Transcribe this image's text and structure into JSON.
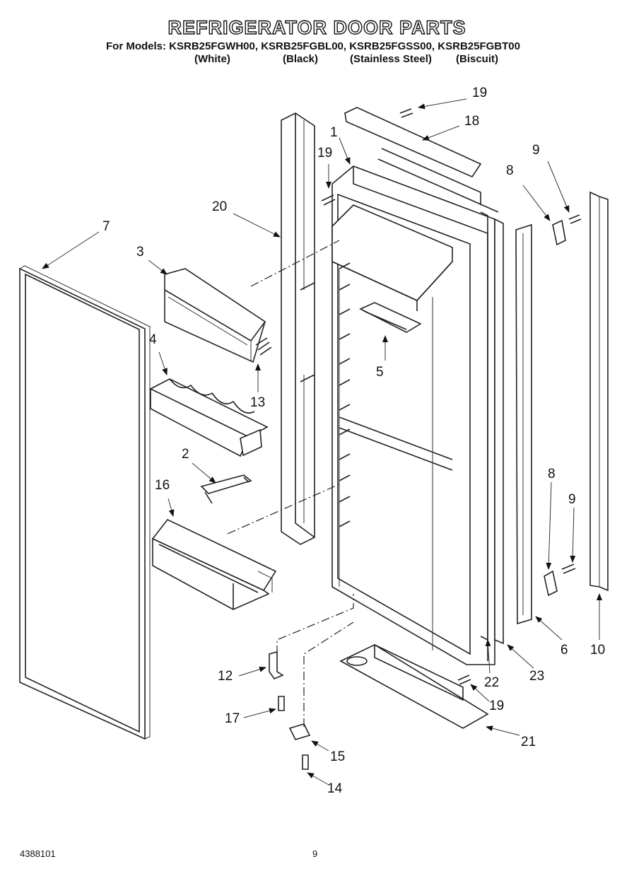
{
  "header": {
    "title": "REFRIGERATOR DOOR PARTS",
    "models_line": "For Models: KSRB25FGWH00, KSRB25FGBL00, KSRB25FGSS00, KSRB25FGBT00",
    "finishes": [
      "(White)",
      "(Black)",
      "(Stainless Steel)",
      "(Biscuit)"
    ]
  },
  "callouts": {
    "c1": "1",
    "c2": "2",
    "c3": "3",
    "c4": "4",
    "c5": "5",
    "c6": "6",
    "c7": "7",
    "c8a": "8",
    "c8b": "8",
    "c9a": "9",
    "c9b": "9",
    "c10": "10",
    "c12": "12",
    "c13": "13",
    "c14": "14",
    "c15": "15",
    "c16": "16",
    "c17": "17",
    "c18": "18",
    "c19a": "19",
    "c19b": "19",
    "c19c": "19",
    "c20": "20",
    "c21": "21",
    "c22": "22",
    "c23": "23"
  },
  "footer": {
    "doc_number": "4388101",
    "page_number": "9"
  }
}
